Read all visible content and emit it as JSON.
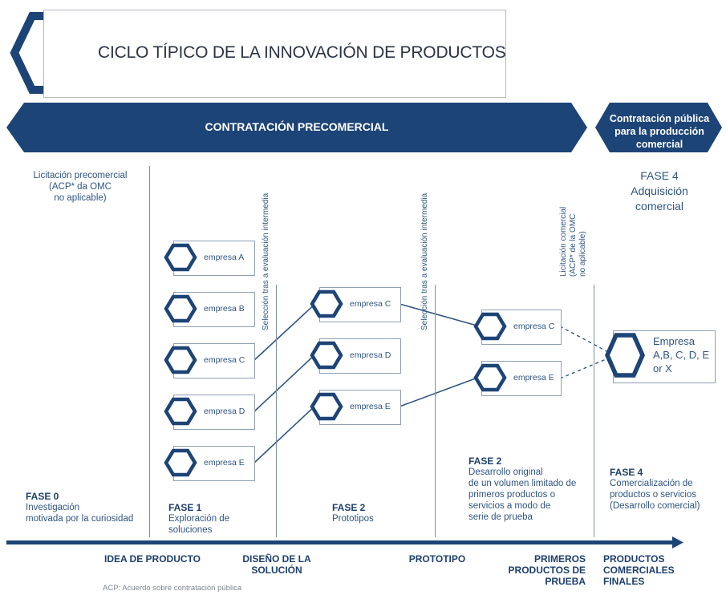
{
  "title": "CICLO TÍPICO DE LA INNOVACIÓN DE PRODUCTOS",
  "banner_left": "CONTRATACIÓN PRECOMERCIAL",
  "banner_right": [
    "Contratación pública",
    "para la producción",
    "comercial"
  ],
  "licitacion_pre": [
    "Licitación precomercial",
    "(ACP* da OMC",
    "no aplicable)"
  ],
  "fase4_top": [
    "FASE 4",
    "Adquisición",
    "comercial"
  ],
  "vertical_labels": {
    "sel1": "Selección tras a evaluación intermedia",
    "sel2": "Selección tras a evaluación intermedia",
    "licit_com": [
      "Licitación comercial",
      "(ACP* de la OMC",
      "no aplicable)"
    ]
  },
  "col1_companies": [
    "empresa A",
    "empresa B",
    "empresa C",
    "empresa D",
    "empresa E"
  ],
  "col2_companies": [
    "empresa C",
    "empresa D",
    "empresa E"
  ],
  "col3_companies": [
    "empresa C",
    "empresa E"
  ],
  "final_company": [
    "Empresa",
    "A,B, C, D, E",
    "or X"
  ],
  "phases": {
    "f0": {
      "title": "FASE 0",
      "desc": [
        "Investigación",
        "motivada por la curiosidad"
      ]
    },
    "f1": {
      "title": "FASE 1",
      "desc": [
        "Exploración de",
        "soluciones"
      ]
    },
    "f2a": {
      "title": "FASE 2",
      "desc": [
        "Prototipos"
      ]
    },
    "f2b": {
      "title": "FASE 2",
      "desc": [
        "Desarrollo original",
        "de un  volumen limitado de",
        "primeros productos o",
        "servicios a modo de",
        "serie de prueba"
      ]
    },
    "f4": {
      "title": "FASE 4",
      "desc": [
        "Comercialización de",
        "productos o servicios",
        "(Desarrollo comercial)"
      ]
    }
  },
  "axis_labels": {
    "a1": "IDEA DE PRODUCTO",
    "a2": [
      "DISEÑO DE LA",
      "SOLUCIÓN"
    ],
    "a3": "PROTOTIPO",
    "a4": [
      "PRIMEROS",
      "PRODUCTOS DE",
      "PRUEBA"
    ],
    "a5": [
      "PRODUCTOS",
      "COMERCIALES",
      "FINALES"
    ]
  },
  "footnote": "ACP: Acuerdo sobre contratación pública",
  "colors": {
    "navy": "#1d4477",
    "line": "#2f5583",
    "grid": "#7d8ea3"
  }
}
